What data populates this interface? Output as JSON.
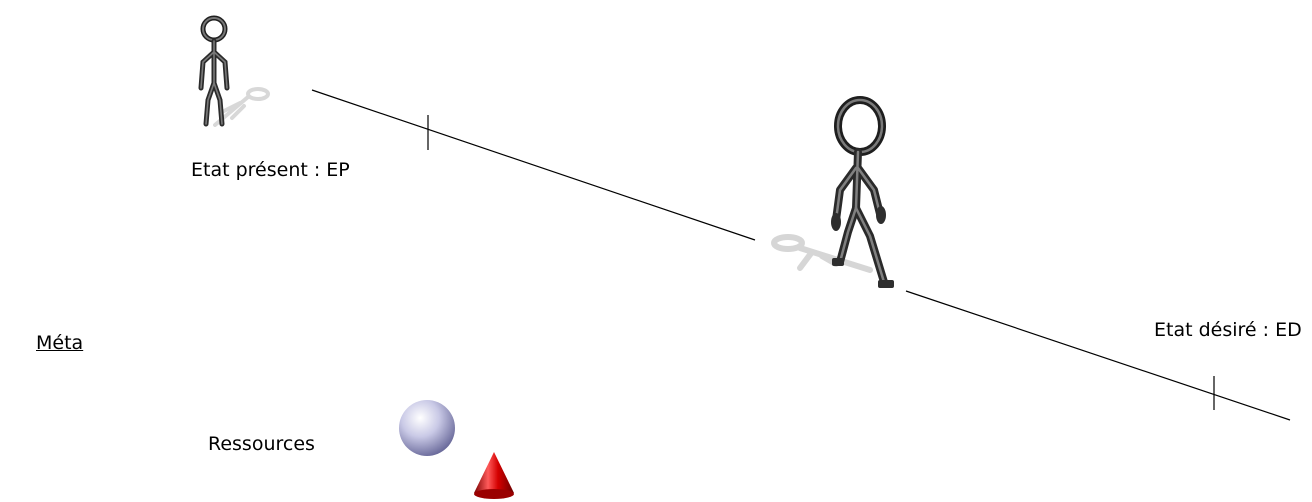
{
  "labels": {
    "present_state": "Etat présent : EP",
    "desired_state": "Etat désiré : ED",
    "meta": "Méta",
    "resources": "Ressources"
  },
  "colors": {
    "figure_body": "#4a4a4a",
    "figure_outline": "#1a1a1a",
    "shadow": "#d6d6d6",
    "sphere_light": "#ffffff",
    "sphere_dark": "#6f6fa0",
    "cone_light": "#ff6a6a",
    "cone_dark": "#8b0000",
    "line": "#000000"
  },
  "icons": {
    "present_figure": "stick-figure-standing-icon",
    "walking_figure": "stick-figure-walking-icon",
    "sphere": "sphere-icon",
    "cone": "cone-icon"
  }
}
